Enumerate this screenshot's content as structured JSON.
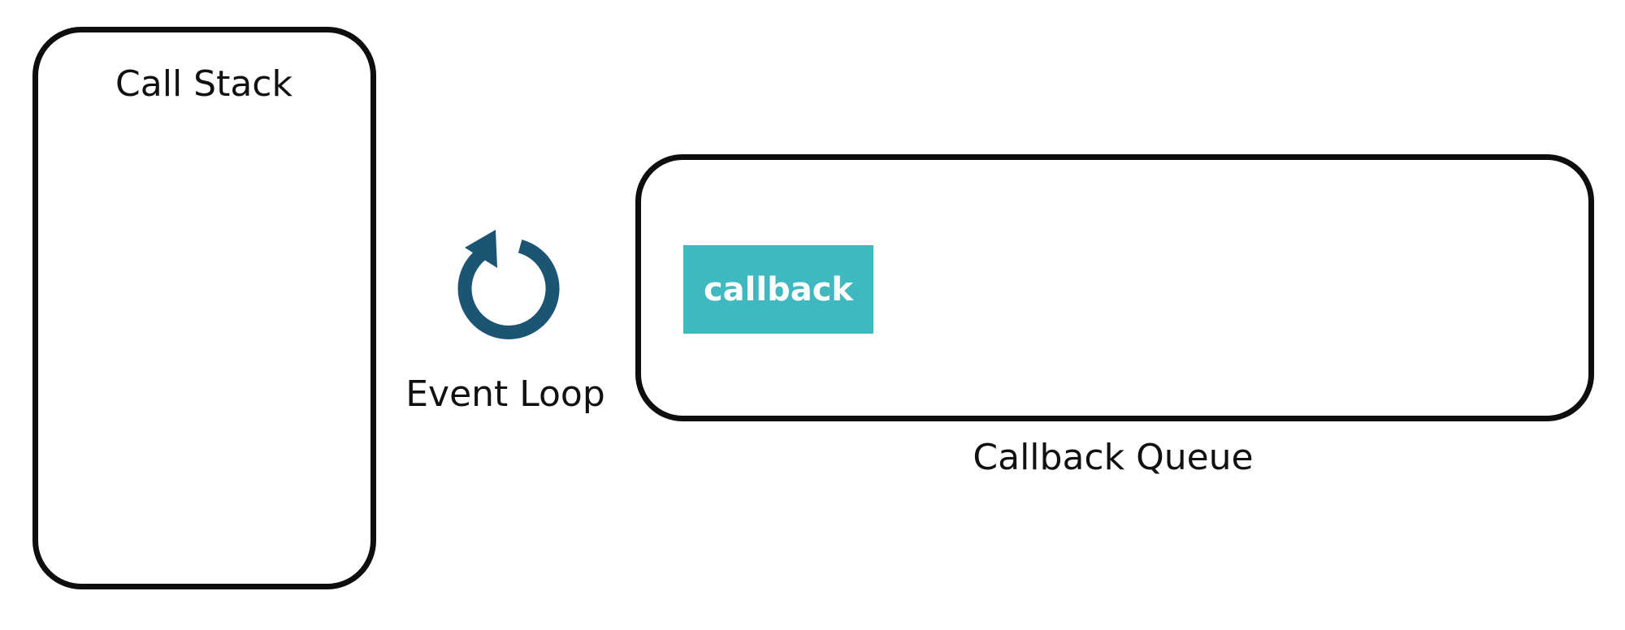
{
  "call_stack": {
    "label": "Call Stack"
  },
  "event_loop": {
    "label": "Event Loop",
    "icon": "circular-arrow-icon",
    "icon_color": "#1b5573"
  },
  "callback_queue": {
    "label": "Callback Queue",
    "items": [
      {
        "label": "callback",
        "color": "#3fb8bf"
      }
    ]
  }
}
